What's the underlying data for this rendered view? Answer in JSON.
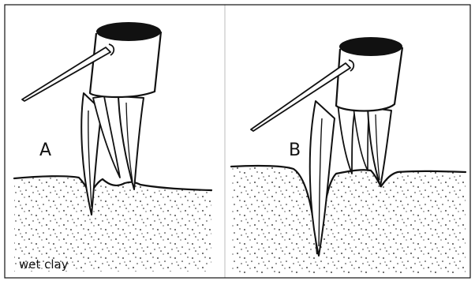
{
  "panel_a": {
    "label": "A"
  },
  "panel_b": {
    "label": "B"
  },
  "soil": {
    "label": "wet clay"
  },
  "colors": {
    "ink": "#111111",
    "background": "#ffffff"
  }
}
